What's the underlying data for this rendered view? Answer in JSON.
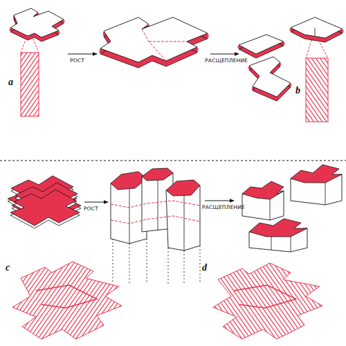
{
  "diagram": {
    "labels": [
      "a",
      "РОСТ",
      "РАСЩЕПЛЕНИЕ",
      "b",
      "РОСТ",
      "РАСЩЕПЛЕНИЕ",
      "c",
      "d"
    ]
  }
}
